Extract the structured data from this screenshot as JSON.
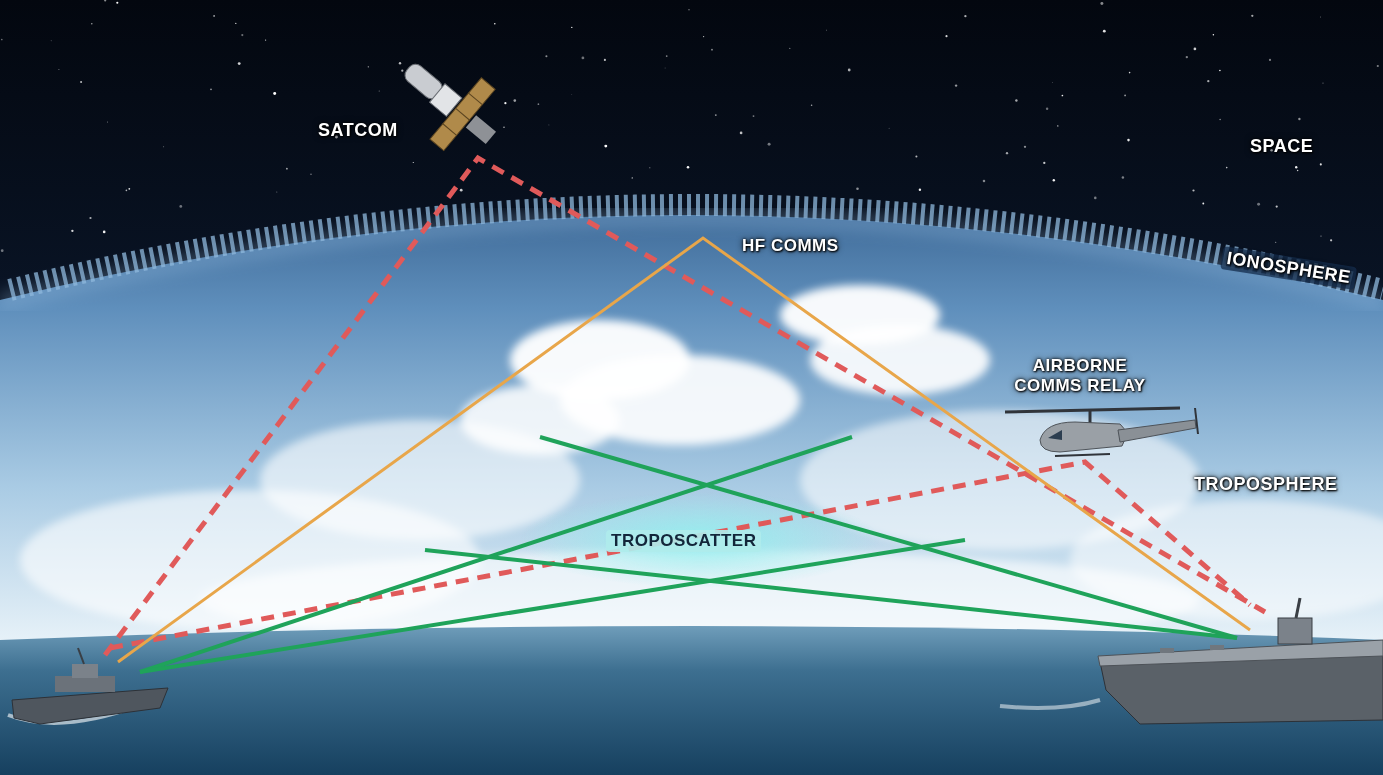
{
  "diagram": {
    "labels": [
      "SATCOM",
      "SPACE",
      "HF COMMS",
      "IONOSPHERE",
      "AIRBORNE COMMS RELAY",
      "TROPOSPHERE",
      "TROPOSCATTER"
    ]
  }
}
